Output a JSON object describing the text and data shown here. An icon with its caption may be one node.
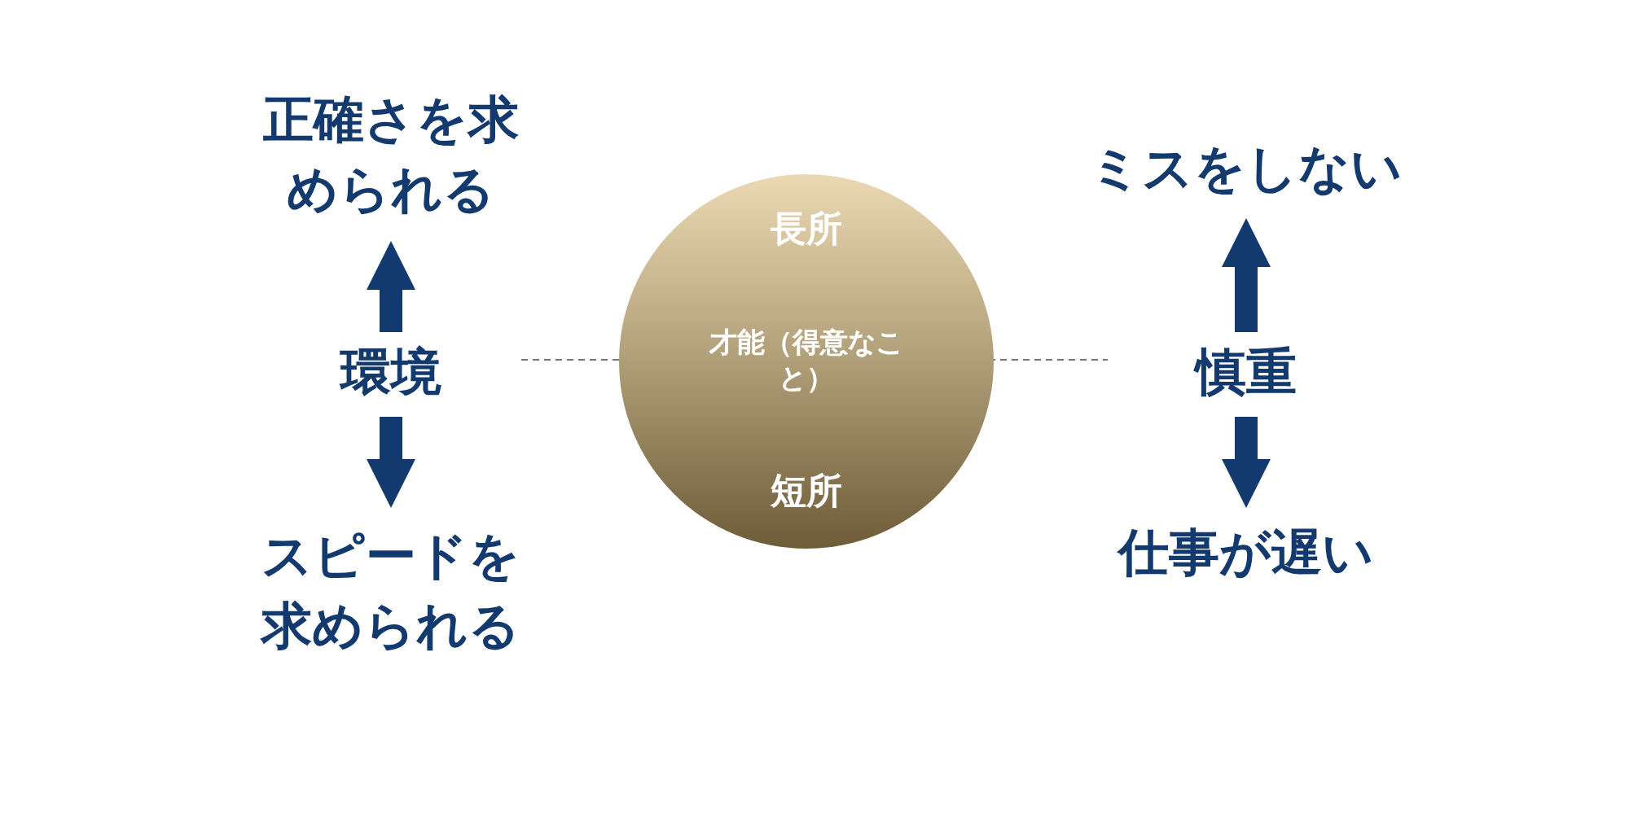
{
  "diagram": {
    "nodes": [
      {
        "text": [
          "正確さを求められる"
        ]
      },
      {
        "text": [
          "環境"
        ]
      },
      {
        "text": [
          "スピードを求められる"
        ]
      },
      {
        "text": [
          "長所",
          "才能（得意なこと）",
          "短所"
        ]
      },
      {
        "text": [
          "ミスをしない"
        ]
      },
      {
        "text": [
          "慎重"
        ]
      },
      {
        "text": [
          "仕事が遅い"
        ]
      }
    ],
    "edges": [
      {
        "from": 1,
        "to": 0,
        "arrow": "to"
      },
      {
        "from": 1,
        "to": 2,
        "arrow": "to"
      },
      {
        "from": 5,
        "to": 4,
        "arrow": "to"
      },
      {
        "from": 5,
        "to": 6,
        "arrow": "to"
      }
    ]
  }
}
